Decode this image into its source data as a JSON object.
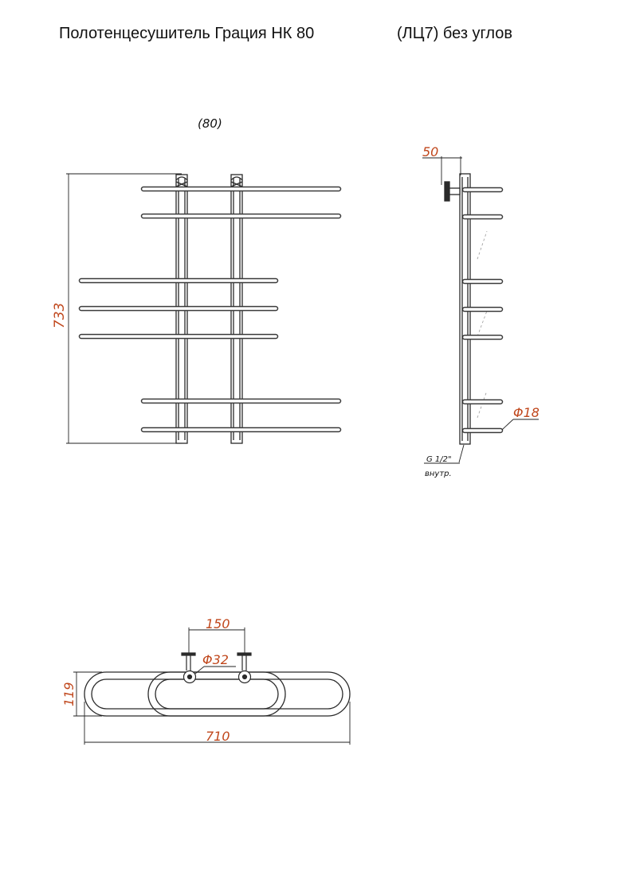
{
  "title": {
    "product": "Полотенцесушитель Грация НК 80",
    "variant": "(ЛЦ7) без углов"
  },
  "front_view": {
    "size_label": "(80)",
    "height_dim": "733"
  },
  "side_view": {
    "offset_dim": "50",
    "bar_diameter": "Φ18",
    "thread_label": "G 1/2\"",
    "thread_note": "внутр."
  },
  "top_view": {
    "center_distance": "150",
    "pipe_diameter": "Φ32",
    "depth_dim": "119",
    "width_dim": "710"
  },
  "colors": {
    "dimension": "#c0471c",
    "line": "#222222"
  }
}
